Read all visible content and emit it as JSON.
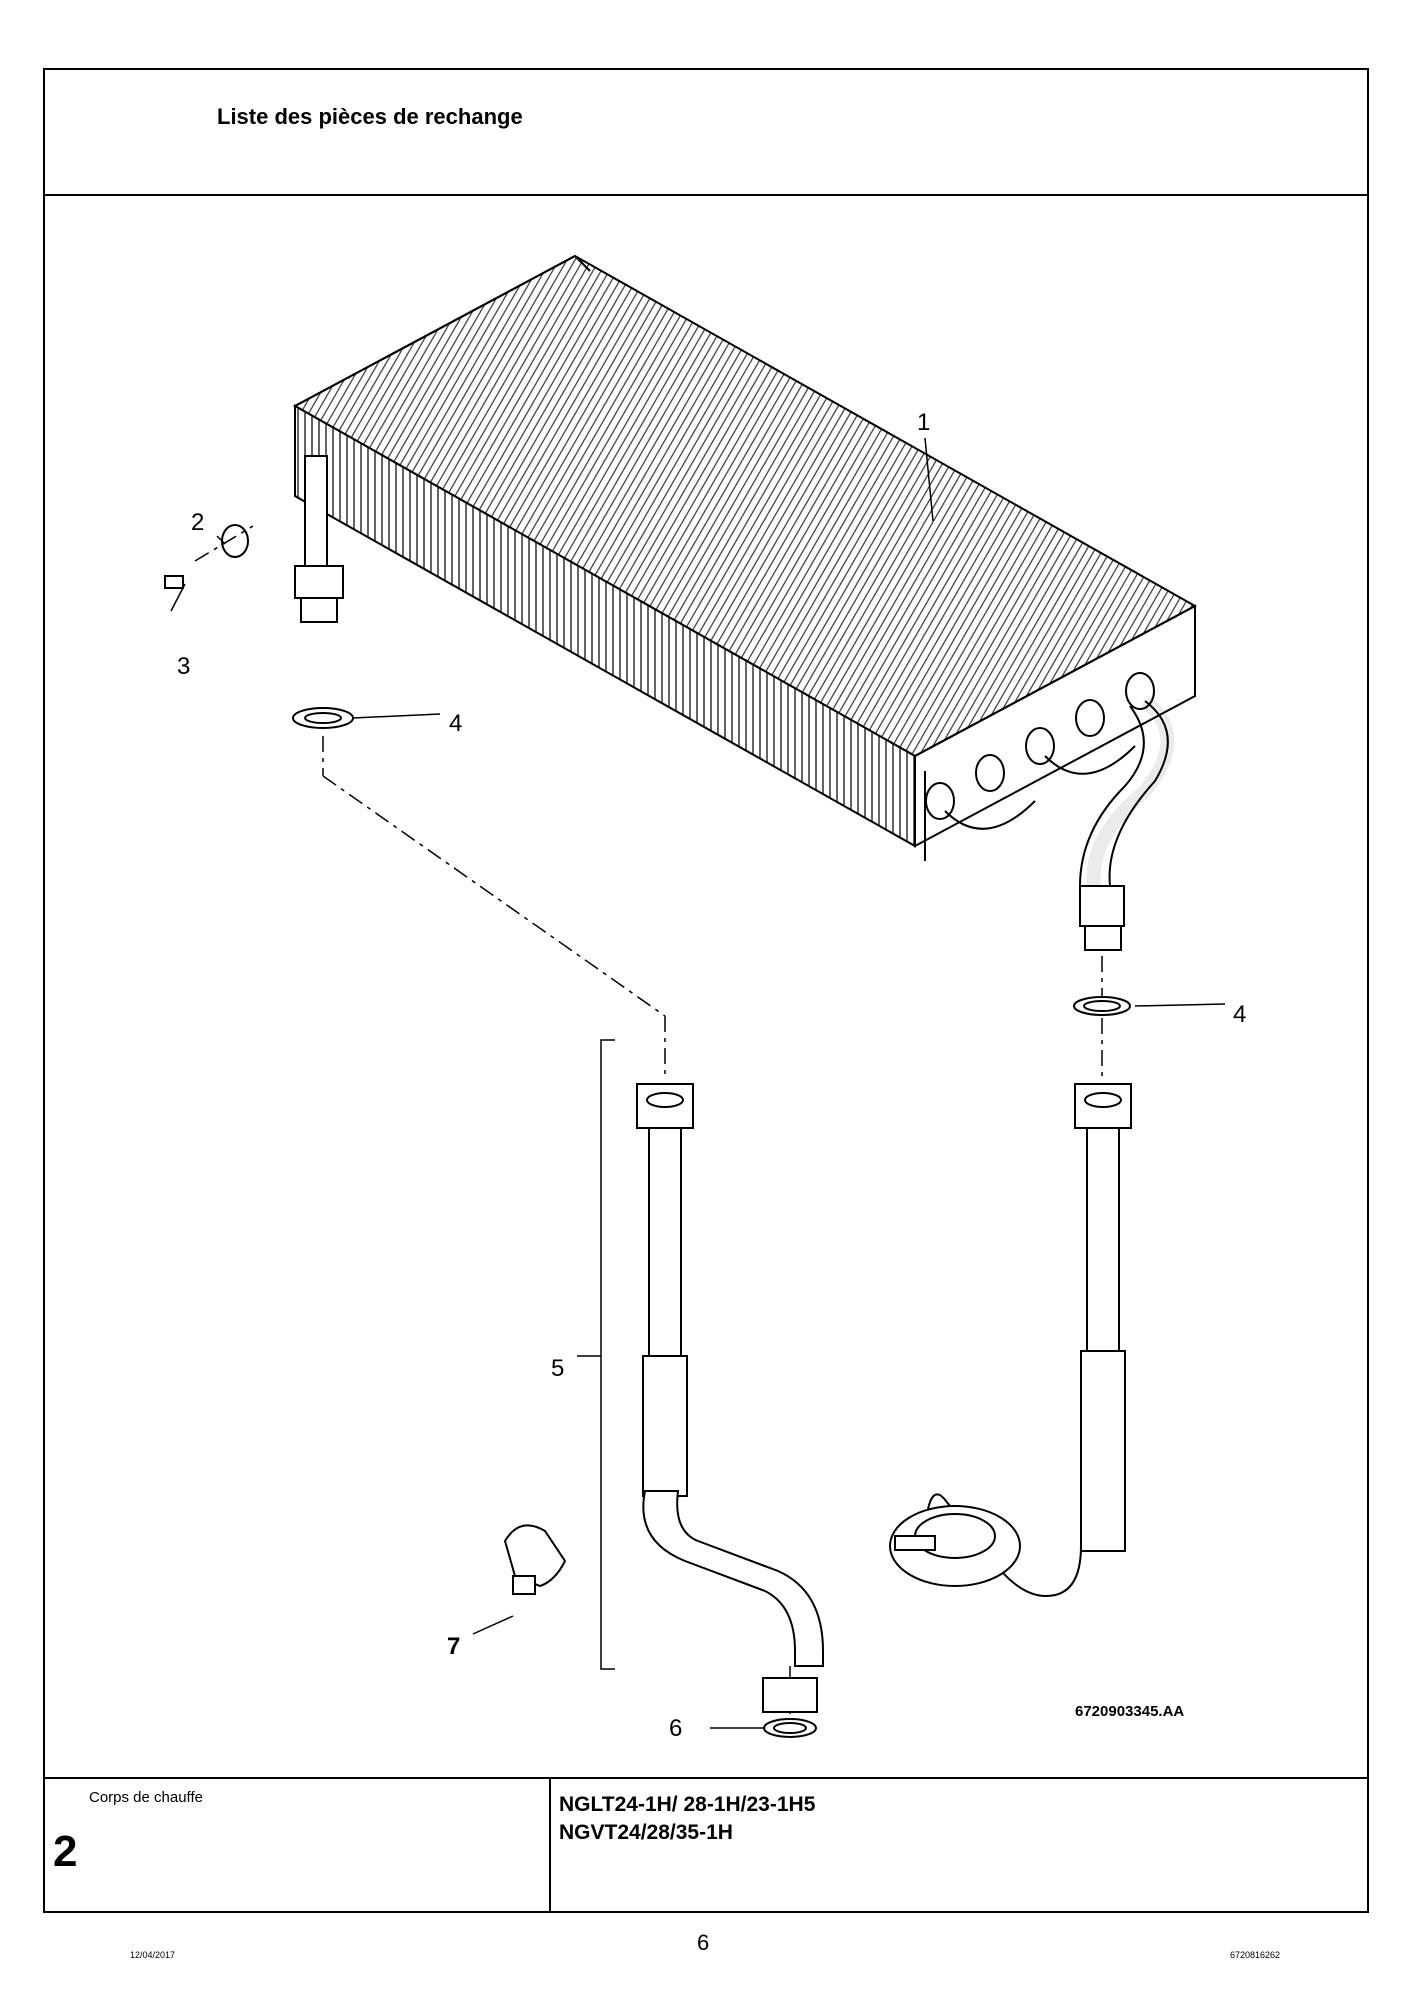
{
  "header": {
    "title": "Liste des pièces de rechange"
  },
  "diagram": {
    "callouts": [
      {
        "id": "1",
        "label": "1"
      },
      {
        "id": "2",
        "label": "2"
      },
      {
        "id": "3",
        "label": "3"
      },
      {
        "id": "4a",
        "label": "4"
      },
      {
        "id": "4b",
        "label": "4"
      },
      {
        "id": "5",
        "label": "5"
      },
      {
        "id": "6",
        "label": "6"
      },
      {
        "id": "7",
        "label": "7"
      }
    ],
    "drawing_code": "6720903345.AA"
  },
  "footer": {
    "group_name": "Corps de chauffe",
    "group_number": "2",
    "models": [
      "NGLT24-1H/ 28-1H/23-1H5",
      "NGVT24/28/35-1H"
    ]
  },
  "page": {
    "date": "12/04/2017",
    "number": "6",
    "doc_number": "6720816262"
  }
}
